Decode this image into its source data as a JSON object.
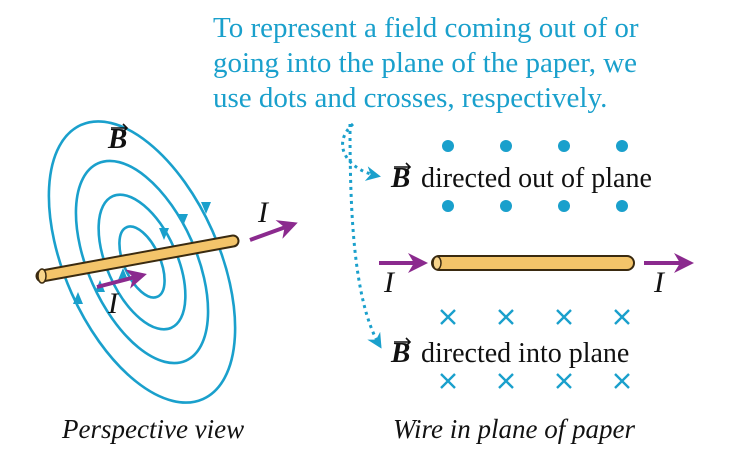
{
  "caption": {
    "line1": "To represent a field coming out of or",
    "line2": "going into the plane of the paper, we",
    "line3": "use dots and crosses, respectively."
  },
  "labels": {
    "b_symbol": "B",
    "current_symbol": "I",
    "out_of_plane": "directed out of plane",
    "into_plane": "directed into plane",
    "perspective_view": "Perspective view",
    "wire_in_plane": "Wire in plane of paper"
  },
  "colors": {
    "field": "#1aa0cc",
    "current": "#8b2a8e",
    "wire_fill": "#f3c46a",
    "wire_stroke": "#3a2a10",
    "text": "#111111"
  }
}
